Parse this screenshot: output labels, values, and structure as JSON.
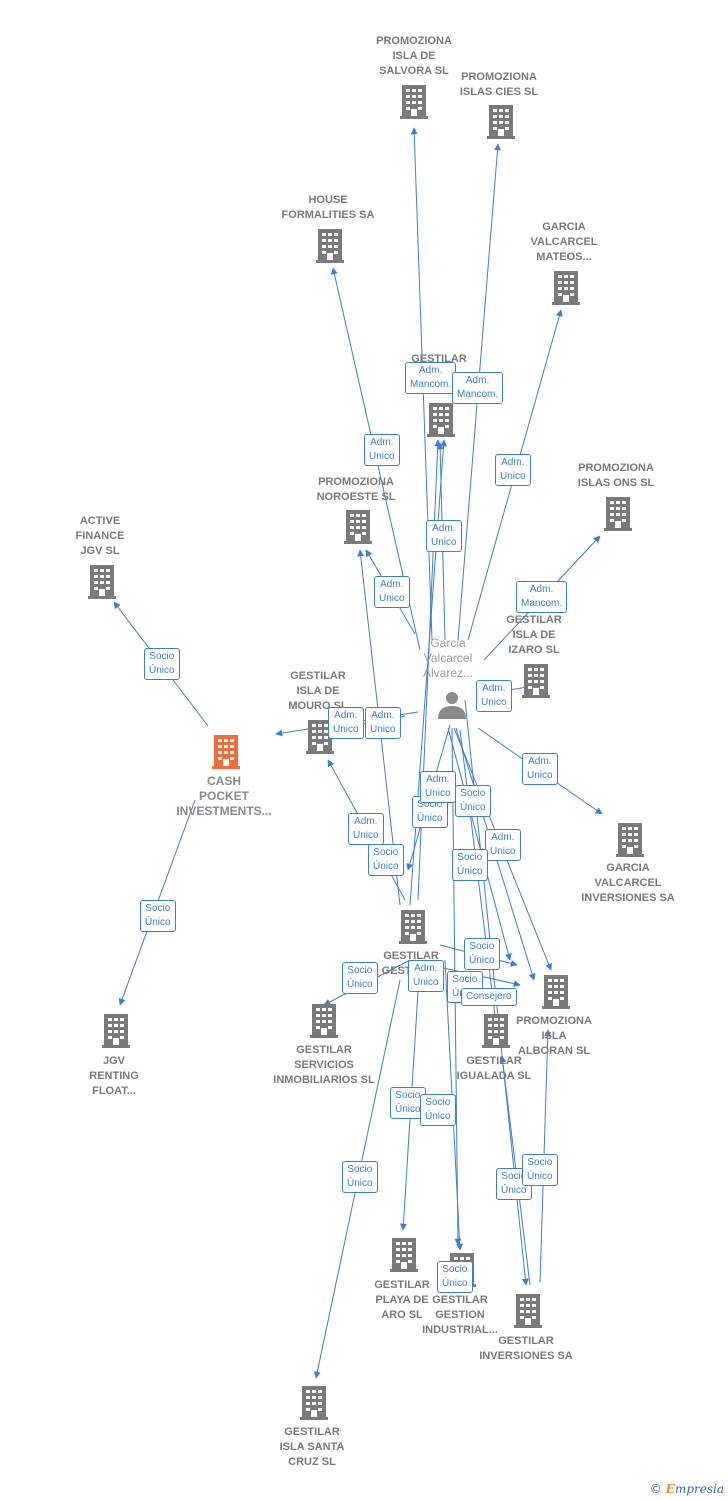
{
  "colors": {
    "edge": "#3a7fd5",
    "building": "#7a7a7a",
    "focus": "#f26b3a",
    "person": "#8a8a8a"
  },
  "nodes": [
    {
      "id": "salvora",
      "label": "PROMOZIONA\nISLA DE\nSALVORA  SL",
      "icon": "building-icon"
    },
    {
      "id": "cies",
      "label": "PROMOZIONA\nISLAS CIES  SL",
      "icon": "building-icon"
    },
    {
      "id": "house",
      "label": "HOUSE\nFORMALITIES SA",
      "icon": "building-icon"
    },
    {
      "id": "mateos",
      "label": "GARCIA\nVALCARCEL\nMATEOS...",
      "icon": "building-icon"
    },
    {
      "id": "gestilar_top",
      "label": "GESTILAR",
      "icon": "building-icon"
    },
    {
      "id": "noroeste",
      "label": "PROMOZIONA\nNOROESTE  SL",
      "icon": "building-icon"
    },
    {
      "id": "ons",
      "label": "PROMOZIONA\nISLAS ONS  SL",
      "icon": "building-icon"
    },
    {
      "id": "active",
      "label": "ACTIVE\nFINANCE\nJGV  SL",
      "icon": "building-icon"
    },
    {
      "id": "izaro",
      "label": "GESTILAR\nISLA DE\nIZARO  SL",
      "icon": "building-icon"
    },
    {
      "id": "person",
      "label": "Garcia\nValcarcel\nAlvarez...",
      "icon": "person-icon"
    },
    {
      "id": "mouro",
      "label": "GESTILAR\nISLA DE\nMOURO  SL",
      "icon": "building-icon"
    },
    {
      "id": "cash",
      "label": "CASH\nPOCKET\nINVESTMENTS...",
      "icon": "building-icon"
    },
    {
      "id": "gv_inv",
      "label": "GARCIA\nVALCARCEL\nINVERSIONES SA",
      "icon": "building-icon"
    },
    {
      "id": "gestilar_mid",
      "label": "GESTILAR\nGESTION...",
      "icon": "building-icon"
    },
    {
      "id": "servicios",
      "label": "GESTILAR\nSERVICIOS\nINMOBILIARIOS SL",
      "icon": "building-icon"
    },
    {
      "id": "alboran",
      "label": "PROMOZIONA\nISLA\nALBORAN  SL",
      "icon": "building-icon"
    },
    {
      "id": "igualada",
      "label": "GESTILAR\nIGUALADA  SL",
      "icon": "building-icon"
    },
    {
      "id": "jgv",
      "label": "JGV\nRENTING\nFLOAT...",
      "icon": "building-icon"
    },
    {
      "id": "playa",
      "label": "GESTILAR\nPLAYA DE\nARO  SL",
      "icon": "building-icon"
    },
    {
      "id": "industrial",
      "label": "GESTILAR\nGESTION\nINDUSTRIAL...",
      "icon": "building-icon"
    },
    {
      "id": "inversiones",
      "label": "GESTILAR\nINVERSIONES SA",
      "icon": "building-icon"
    },
    {
      "id": "santacruz",
      "label": "GESTILAR\nISLA SANTA\nCRUZ  SL",
      "icon": "building-icon"
    }
  ],
  "edge_labels": [
    "Adm.\nMancom.",
    "Adm.\nMancom.",
    "Adm.\nUnico",
    "Adm.\nUnico",
    "Adm.\nUnico",
    "Adm.\nUnico",
    "Adm.\nMancom.",
    "Socio\nÚnico",
    "Adm.\nUnico",
    "Adm.\nUnico",
    "Adm.\nUnico",
    "Socio\nÚnico",
    "Adm.\nUnico",
    "Socio\nÚnico",
    "Adm.\nUnico",
    "Socio\nÚnico",
    "Adm.\nUnico",
    "Adm.\nUnico",
    "Adm.\nUnico",
    "Socio\nÚnico",
    "Socio\nÚnico",
    "Adm.\nUnico",
    "Socio\nÚnico",
    "Socio\nÚnico",
    "Consejero",
    "Socio\nÚnico",
    "Socio\nÚnico",
    "Socio\nÚnico",
    "Socio\nÚnico",
    "Socio\nÚnico",
    "Socio\nÚnico",
    "Socio\nÚnico"
  ],
  "footer": {
    "copyright": "©",
    "brand_initial": "E",
    "brand_rest": "mpresia"
  }
}
